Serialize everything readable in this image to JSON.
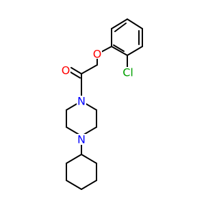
{
  "structure": {
    "atoms": {
      "ether_oxygen": {
        "symbol": "O",
        "color": "#ff0000"
      },
      "carbonyl_oxygen": {
        "symbol": "O",
        "color": "#ff0000"
      },
      "chlorine": {
        "symbol": "Cl",
        "color": "#00a000"
      },
      "amide_nitrogen": {
        "symbol": "N",
        "color": "#0000ff"
      },
      "amine_nitrogen": {
        "symbol": "N",
        "color": "#0000ff"
      }
    }
  }
}
